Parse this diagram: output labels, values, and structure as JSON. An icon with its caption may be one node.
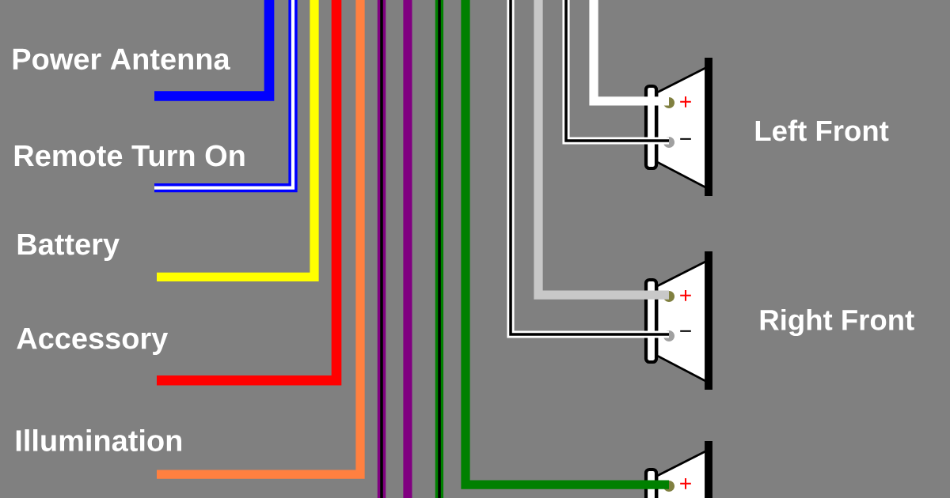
{
  "diagram": {
    "nodes": [
      {
        "text": [
          "Power Antenna"
        ]
      },
      {
        "text": [
          "Remote Turn On"
        ]
      },
      {
        "text": [
          "Battery"
        ]
      },
      {
        "text": [
          "Accessory"
        ]
      },
      {
        "text": [
          "Illumination"
        ]
      },
      {
        "text": [],
        "shape": "speaker",
        "beside": [
          "Left Front"
        ]
      },
      {
        "text": [],
        "shape": "speaker",
        "beside": [
          "Right Front"
        ]
      },
      {
        "text": [],
        "shape": "speaker"
      }
    ],
    "edges": [
      {
        "from": 0,
        "to": null,
        "arrow": "none",
        "color": "#0000ff"
      },
      {
        "from": 1,
        "to": null,
        "arrow": "none",
        "color": "#0000ff"
      },
      {
        "from": 2,
        "to": null,
        "arrow": "none",
        "color": "#ffff00"
      },
      {
        "from": 3,
        "to": null,
        "arrow": "none",
        "color": "#ff0000"
      },
      {
        "from": 4,
        "to": null,
        "arrow": "none",
        "color": "#ff8040"
      },
      {
        "from": null,
        "to": 5,
        "arrow": "none",
        "color": "#ffffff"
      },
      {
        "from": null,
        "to": 5,
        "arrow": "none",
        "color": "#ffffff"
      },
      {
        "from": null,
        "to": 6,
        "arrow": "none",
        "color": "#c8c8c8"
      },
      {
        "from": null,
        "to": 6,
        "arrow": "none",
        "color": "#ffffff"
      },
      {
        "from": null,
        "to": 7,
        "arrow": "none",
        "color": "#008000"
      }
    ],
    "labels": [
      "+",
      "−",
      "+",
      "−",
      "+"
    ]
  }
}
